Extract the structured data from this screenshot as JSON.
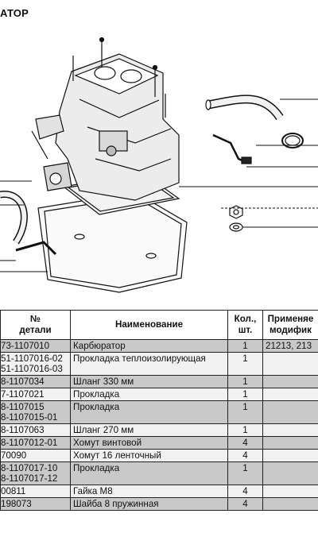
{
  "page": {
    "title": "АТОР"
  },
  "table": {
    "headers": {
      "part_number": "№\nдетали",
      "name": "Наименование",
      "quantity": "Кол.,\nшт.",
      "applicability": "Применяе\nмодифик"
    },
    "rows": [
      {
        "part_number": [
          "73-1107010"
        ],
        "name": [
          "Карбюратор"
        ],
        "quantity": "1",
        "applicability": "21213, 213",
        "shade": "shade"
      },
      {
        "part_number": [
          "51-1107016-02",
          "51-1107016-03"
        ],
        "name": [
          "Прокладка теплоизолирующая"
        ],
        "quantity": "1",
        "applicability": "",
        "shade": "light"
      },
      {
        "part_number": [
          "8-1107034"
        ],
        "name": [
          "Шланг 330 мм"
        ],
        "quantity": "1",
        "applicability": "",
        "shade": "shade"
      },
      {
        "part_number": [
          "7-1107021"
        ],
        "name": [
          "Прокладка"
        ],
        "quantity": "1",
        "applicability": "",
        "shade": "light"
      },
      {
        "part_number": [
          "8-1107015",
          "8-1107015-01"
        ],
        "name": [
          "Прокладка"
        ],
        "quantity": "1",
        "applicability": "",
        "shade": "shade"
      },
      {
        "part_number": [
          "8-1107063"
        ],
        "name": [
          "Шланг 270 мм"
        ],
        "quantity": "1",
        "applicability": "",
        "shade": "light"
      },
      {
        "part_number": [
          "8-1107012-01"
        ],
        "name": [
          "Хомут винтовой"
        ],
        "quantity": "4",
        "applicability": "",
        "shade": "shade"
      },
      {
        "part_number": [
          "70090"
        ],
        "name": [
          "Хомут 16 ленточный"
        ],
        "quantity": "4",
        "applicability": "",
        "shade": "light"
      },
      {
        "part_number": [
          "8-1107017-10",
          "8-1107017-12"
        ],
        "name": [
          "Прокладка"
        ],
        "quantity": "1",
        "applicability": "",
        "shade": "shade"
      },
      {
        "part_number": [
          "00811"
        ],
        "name": [
          "Гайка М8"
        ],
        "quantity": "4",
        "applicability": "",
        "shade": "light"
      },
      {
        "part_number": [
          "198073"
        ],
        "name": [
          "Шайба 8 пружинная"
        ],
        "quantity": "4",
        "applicability": "",
        "shade": "shade"
      }
    ]
  },
  "figure": {
    "icon": "carburetor-exploded-diagram"
  },
  "colors": {
    "row_shade": "#c9c9c9",
    "row_light": "#f1f1f1",
    "ink": "#111111"
  }
}
